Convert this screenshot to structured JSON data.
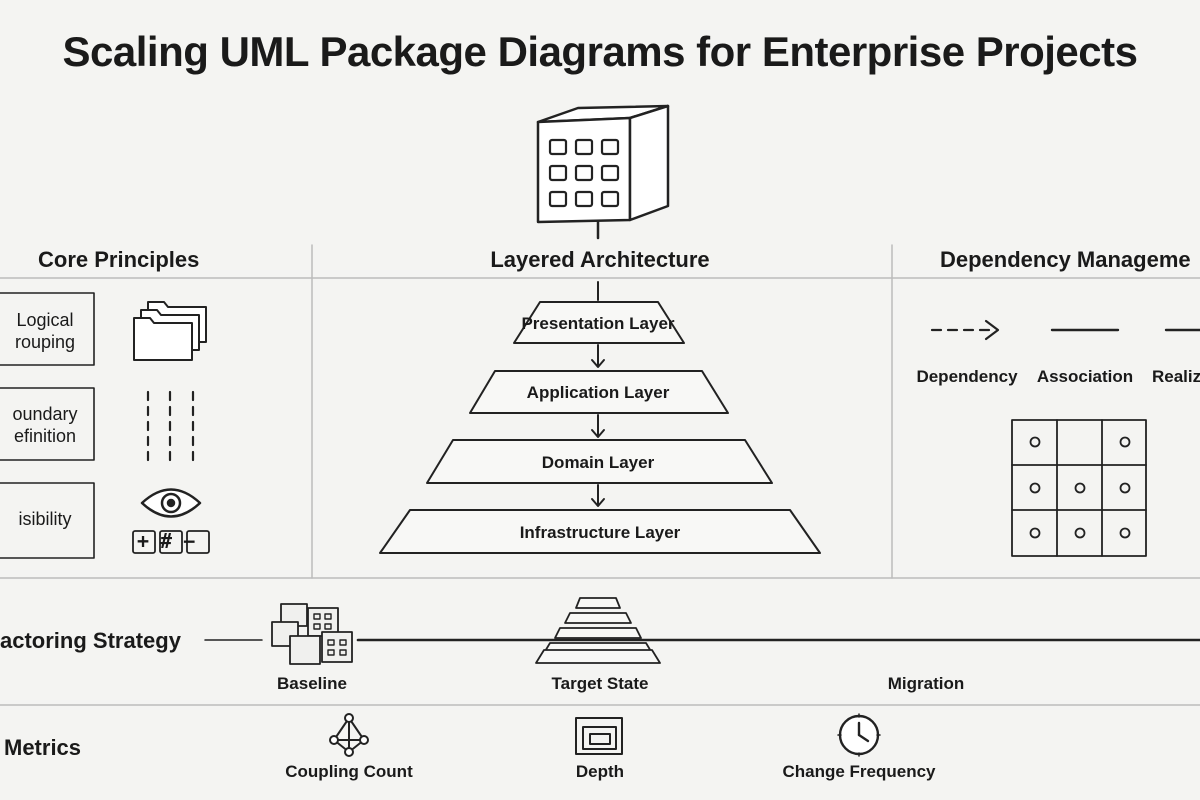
{
  "title": "Scaling UML Package Diagrams for Enterprise Projects",
  "sections": {
    "core_principles": {
      "heading": "Core Principles",
      "items": [
        {
          "line1": "Logical",
          "line2": "rouping"
        },
        {
          "line1": "oundary",
          "line2": "efinition"
        },
        {
          "line1": "isibility",
          "line2": ""
        }
      ],
      "visibility_symbols": "+#−"
    },
    "layered_architecture": {
      "heading": "Layered Architecture",
      "layers": [
        "Presentation Layer",
        "Application Layer",
        "Domain Layer",
        "Infrastructure Layer"
      ]
    },
    "dependency_management": {
      "heading": "Dependency Manageme",
      "relations": [
        "Dependency",
        "Association",
        "Realiz"
      ]
    },
    "refactoring_strategy": {
      "heading": "actoring Strategy",
      "stages": [
        "Baseline",
        "Target State",
        "Migration"
      ]
    },
    "metrics": {
      "heading": "Metrics",
      "items": [
        "Coupling Count",
        "Depth",
        "Change Frequency"
      ]
    }
  }
}
